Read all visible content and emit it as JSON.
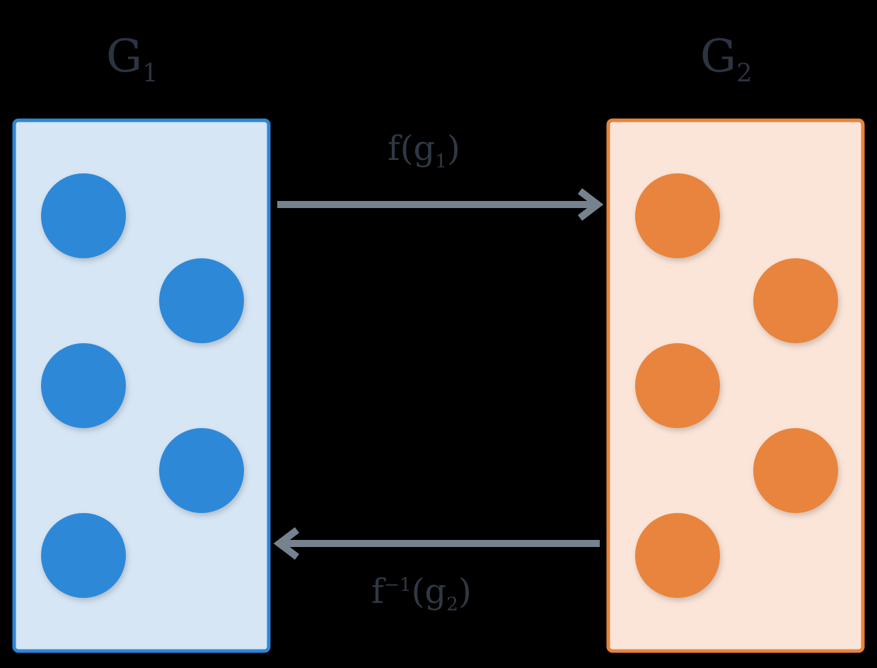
{
  "sets": {
    "g1": {
      "title_base": "G",
      "title_sub": "1",
      "fill": "#d6e6f5",
      "stroke": "#2f86d6",
      "element_color": "#2e88d8",
      "element_count": 5
    },
    "g2": {
      "title_base": "G",
      "title_sub": "2",
      "fill": "#fbe5d8",
      "stroke": "#e8843c",
      "element_color": "#e8843c",
      "element_count": 5
    }
  },
  "mappings": {
    "forward": {
      "func": "f",
      "arg_base": "g",
      "arg_sub": "1",
      "direction": "G1 to G2"
    },
    "inverse": {
      "func": "f",
      "func_sup": "−1",
      "arg_base": "g",
      "arg_sub": "2",
      "direction": "G2 to G1"
    }
  },
  "colors": {
    "background": "#000000",
    "arrow": "#76838f",
    "text": "#2b3440"
  }
}
